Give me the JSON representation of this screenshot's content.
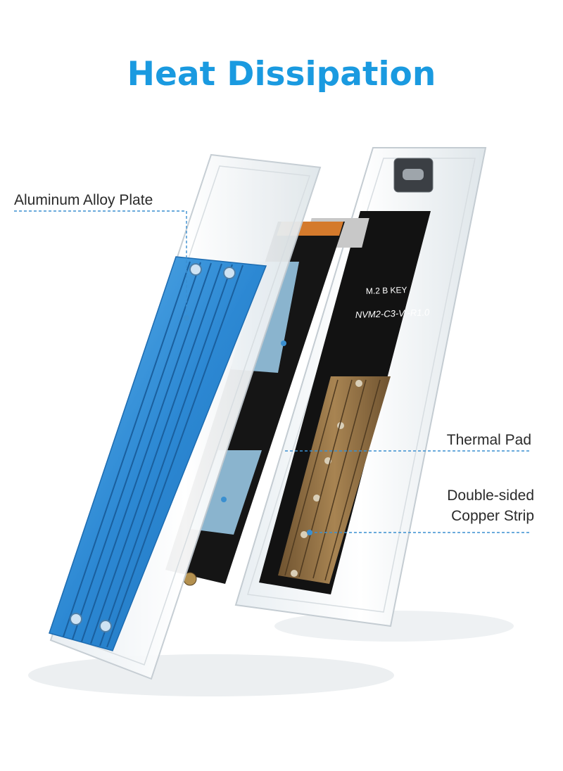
{
  "title": "Heat Dissipation",
  "callouts": {
    "alloy_plate": "Aluminum Alloy Plate",
    "thermal_pad": "Thermal Pad",
    "copper_line1": "Double-sided",
    "copper_line2": "Copper Strip"
  },
  "pcb_text": {
    "key": "M.2 B KEY",
    "model": "NVM2-C3-V -R1.0"
  },
  "colors": {
    "title": "#1a9ae0",
    "leader_line": "#3a8fd0",
    "heatsink": "#2f8fd8",
    "thermal_pad": "#9fd0ef",
    "pcb": "#121212",
    "copper": "#8a6a3a"
  }
}
